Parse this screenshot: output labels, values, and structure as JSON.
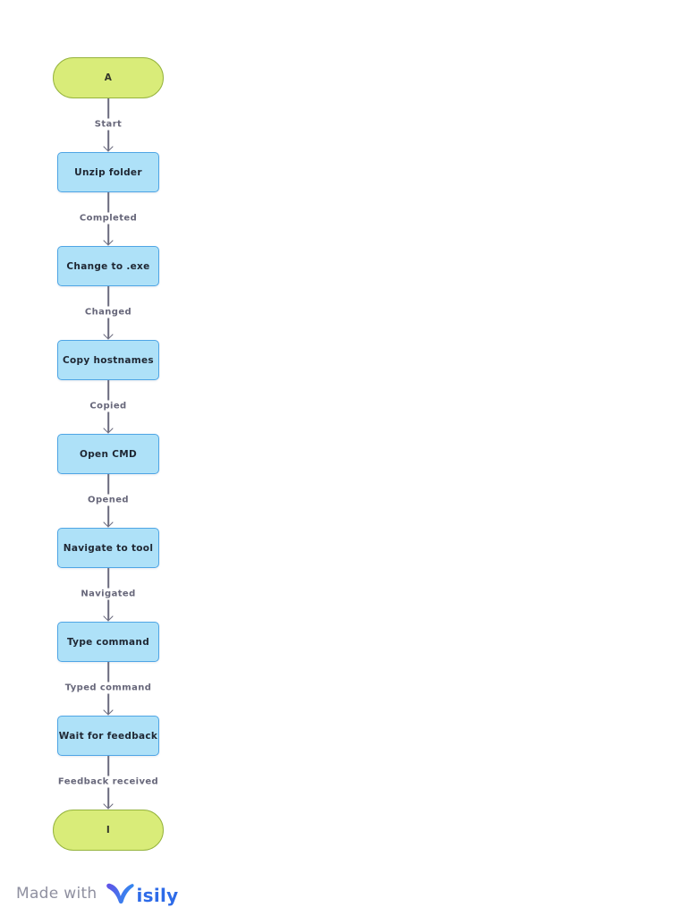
{
  "colors": {
    "terminator_fill": "#d9ec79",
    "terminator_border": "#96b43e",
    "process_fill": "#aee1f8",
    "process_border": "#4fa5e5",
    "process_text": "#1f2733",
    "edge_line": "#6b6b7e",
    "edge_label_text": "#67677a",
    "watermark_text": "#8f90a0",
    "brand_text": "#2e6be8",
    "brand_gradient_start": "#6450e6",
    "brand_gradient_end": "#2f8cf0"
  },
  "flow": {
    "start_node": {
      "label": "A",
      "shape": "terminator"
    },
    "end_node": {
      "label": "I",
      "shape": "terminator"
    },
    "steps": [
      {
        "edge_label": "Start",
        "box_label": "Unzip folder"
      },
      {
        "edge_label": "Completed",
        "box_label": "Change to .exe"
      },
      {
        "edge_label": "Changed",
        "box_label": "Copy hostnames"
      },
      {
        "edge_label": "Copied",
        "box_label": "Open CMD"
      },
      {
        "edge_label": "Opened",
        "box_label": "Navigate to tool"
      },
      {
        "edge_label": "Navigated",
        "box_label": "Type command"
      },
      {
        "edge_label": "Typed command",
        "box_label": "Wait for feedback"
      }
    ],
    "final_edge_label": "Feedback received"
  },
  "watermark": {
    "prefix": "Made with",
    "brand_name": "Visily",
    "brand_visible_text": "isily"
  }
}
